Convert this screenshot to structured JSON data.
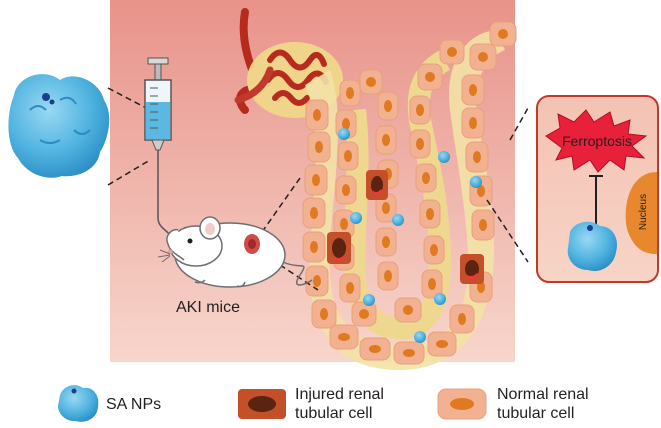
{
  "labels": {
    "aki_mice": "AKI mice",
    "ferroptosis": "Ferroptosis",
    "nucleus": "Nucleus"
  },
  "legend": {
    "sa_nps": "SA NPs",
    "injured_line1": "Injured renal",
    "injured_line2": "tubular cell",
    "normal_line1": "Normal renal",
    "normal_line2": "tubular cell"
  },
  "colors": {
    "background_top": "#e8938a",
    "background_bottom": "#f6d2c8",
    "tubule_lumen": "#f3e2a6",
    "normal_cell": "#f2b190",
    "normal_nucleus": "#e07a20",
    "injured_cell": "#c4502a",
    "injured_nucleus": "#5a2410",
    "nanoparticle": "#4fb3e0",
    "ferroptosis_star": "#e8203a",
    "panel_border": "#c0392b"
  }
}
